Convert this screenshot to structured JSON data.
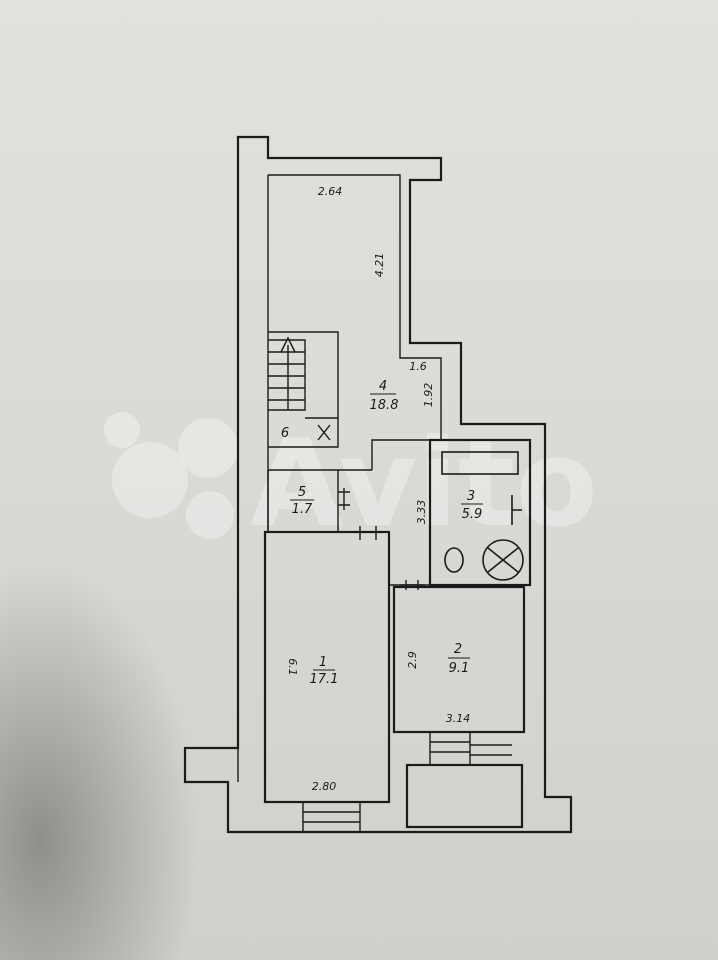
{
  "rooms": [
    {
      "number": "1",
      "area": "17.1"
    },
    {
      "number": "2",
      "area": "9.1"
    },
    {
      "number": "3",
      "area": "5.9"
    },
    {
      "number": "4",
      "area": "18.8"
    },
    {
      "number": "5",
      "area": "1.7"
    },
    {
      "number": "6",
      "area": ""
    }
  ],
  "dimensions": {
    "top_width": "2.64",
    "hall_length": "4.21",
    "corridor_width": "1.6",
    "corridor_height": "1.92",
    "bath_height": "3.33",
    "room2_height": "2.9",
    "room2_width": "3.14",
    "room1_height": "6.1",
    "room1_width": "2.80"
  },
  "watermark": "Avito"
}
